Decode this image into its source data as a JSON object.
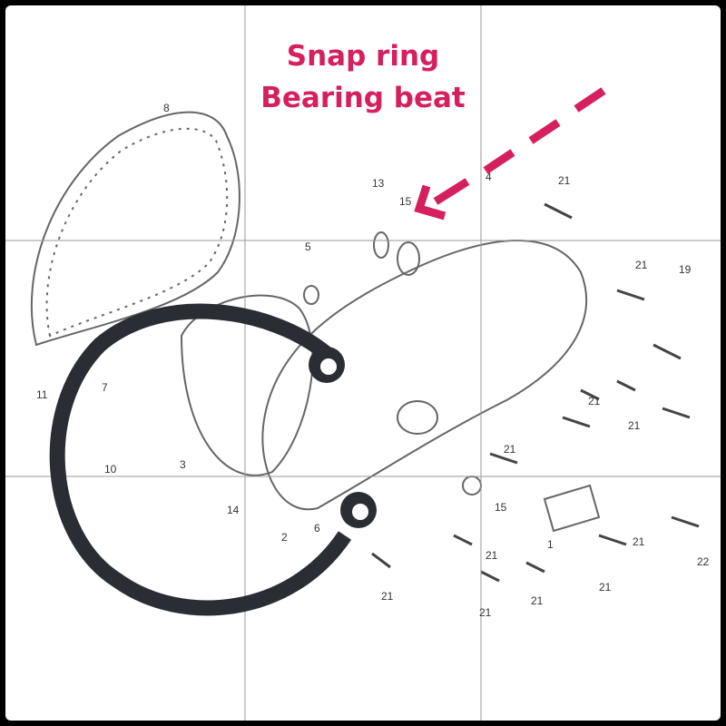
{
  "caption": {
    "line1": "Snap ring",
    "line2": "Bearing beat"
  },
  "colors": {
    "accent": "#d61f5e",
    "ring": "#2a2d33",
    "diagram": "#555555"
  },
  "part_labels": [
    "8",
    "13",
    "15",
    "4",
    "21",
    "5",
    "21",
    "19",
    "11",
    "7",
    "21",
    "21",
    "3",
    "10",
    "21",
    "14",
    "2",
    "6",
    "15",
    "21",
    "1",
    "21",
    "21",
    "21",
    "22",
    "21",
    "21"
  ]
}
